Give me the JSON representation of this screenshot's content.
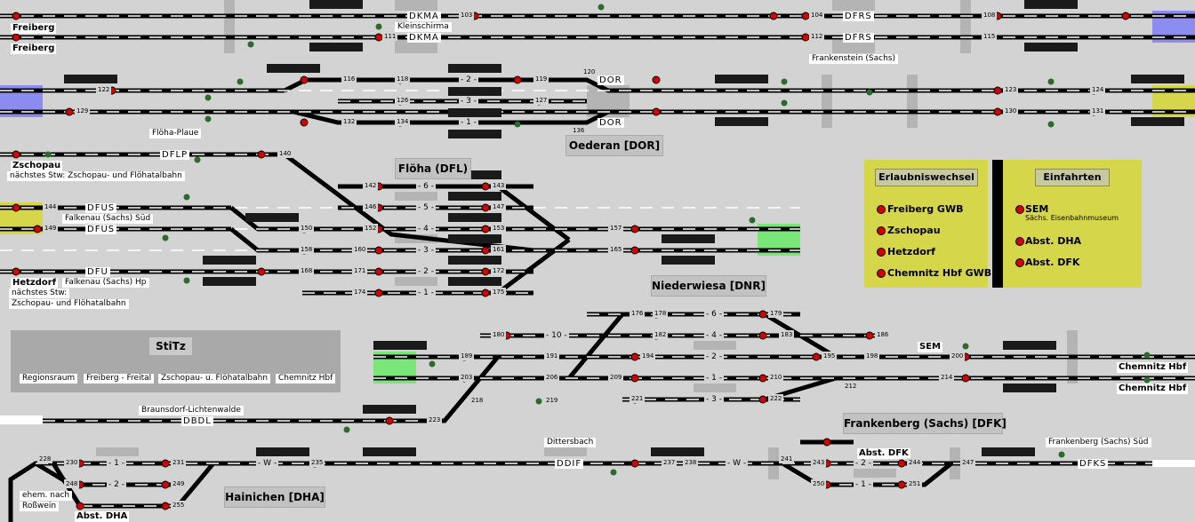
{
  "title_stations": {
    "freiberg_1": "Freiberg",
    "freiberg_2": "Freiberg",
    "zschopau": "Zschopau",
    "zschopau_next": "nächstes Stw: Zschopau- und Flöhatalbahn",
    "hetzdorf": "Hetzdorf",
    "hetzdorf_next1": "nächstes Stw:",
    "hetzdorf_next2": "Zschopau- und Flöhatalbahn",
    "abst_dha": "Abst. DHA",
    "abst_dfk": "Abst. DFK",
    "chemnitz_1": "Chemnitz Hbf",
    "chemnitz_2": "Chemnitz Hbf",
    "sem": "SEM"
  },
  "areas": {
    "oederan": "Oederan [DOR]",
    "floeha": "Flöha (DFL)",
    "niederwiesa": "Niederwiesa [DNR]",
    "frankenberg": "Frankenberg (Sachs) [DFK]",
    "hainichen": "Hainichen [DHA]"
  },
  "labels": {
    "kleinschirma": "Kleinschirma",
    "frankenstein": "Frankenstein (Sachs)",
    "floeha_plaue": "Flöha-Plaue",
    "falkenau_sued": "Falkenau (Sachs) Süd",
    "falkenau_hp": "Falkenau (Sachs) Hp",
    "braunsdorf": "Braunsdorf-Lichtenwalde",
    "dittersbach": "Dittersbach",
    "frankenberg_sued": "Frankenberg (Sachs) Süd",
    "ehem_nach": "ehem. nach",
    "rosswein": "Roßwein"
  },
  "track_names": {
    "dkma1": "DKMA",
    "dkma2": "DKMA",
    "dfrs1": "DFRS",
    "dfrs2": "DFRS",
    "dor1": "DOR",
    "dor2": "DOR",
    "dflp": "DFLP",
    "dfus1": "DFUS",
    "dfus2": "DFUS",
    "dfu": "DFU",
    "dbdl": "DBDL",
    "ddif": "DDIF",
    "dfks": "DFKS"
  },
  "track_numbers": {
    "oed_2": "- 2 -",
    "oed_3": "- 3 -",
    "oed_1": "- 1 -",
    "fl_6": "- 6 -",
    "fl_5": "- 5 -",
    "fl_4": "- 4 -",
    "fl_3": "- 3 -",
    "fl_2": "- 2 -",
    "fl_1": "- 1 -",
    "nw_6": "- 6 -",
    "nw_10": "- 10 -",
    "nw_4": "- 4 -",
    "nw_2": "- 2 -",
    "nw_1": "- 1 -",
    "nw_3": "- 3 -",
    "ha_1": "- 1 -",
    "ha_2": "- 2 -",
    "ha_w": "- W -",
    "fk_w": "- W -",
    "fk_2": "- 2 -",
    "fk_1": "- 1 -"
  },
  "sttz": {
    "title": "StiTz",
    "items": [
      "Regionsraum",
      "Freiberg - Freital",
      "Zschopau- u. Flöhatalbahn",
      "Chemnitz Hbf"
    ]
  },
  "erlaubnis": {
    "title": "Erlaubniswechsel",
    "items": [
      "Freiberg GWB",
      "Zschopau",
      "Hetzdorf",
      "Chemnitz Hbf GWB"
    ]
  },
  "einfahrten": {
    "title": "Einfahrten",
    "sem": "SEM",
    "sem_sub": "Sächs. Eisenbahnmuseum",
    "dha": "Abst. DHA",
    "dfk": "Abst. DFK"
  },
  "small_numbers": {
    "n103": "103",
    "n104": "104",
    "n108": "108",
    "n111": "111",
    "n112": "112",
    "n115": "115",
    "n116": "116",
    "n118": "118",
    "n119": "119",
    "n120": "120",
    "n122": "122",
    "n123": "123",
    "n124": "124",
    "n126": "126",
    "n127": "127",
    "n129": "129",
    "n130": "130",
    "n131": "131",
    "n132": "132",
    "n134": "134",
    "n136": "136",
    "n140": "140",
    "n142": "142",
    "n143": "143",
    "n144": "144",
    "n146": "146",
    "n147": "147",
    "n149": "149",
    "n150": "150",
    "n152": "152",
    "n153": "153",
    "n157": "157",
    "n158": "158",
    "n160": "160",
    "n161": "161",
    "n165": "165",
    "n168": "168",
    "n171": "171",
    "n172": "172",
    "n174": "174",
    "n175": "175",
    "n176": "176",
    "n178": "178",
    "n179": "179",
    "n180": "180",
    "n182": "182",
    "n183": "183",
    "n186": "186",
    "n189": "189",
    "n191": "191",
    "n194": "194",
    "n195": "195",
    "n198": "198",
    "n200": "200",
    "n203": "203",
    "n206": "206",
    "n209": "209",
    "n210": "210",
    "n212": "212",
    "n214": "214",
    "n218": "218",
    "n219": "219",
    "n221": "221",
    "n222": "222",
    "n223": "223",
    "n228": "228",
    "n230": "230",
    "n231": "231",
    "n235": "235",
    "n237": "237",
    "n238": "238",
    "n241": "241",
    "n243": "243",
    "n244": "244",
    "n247": "247",
    "n248": "248",
    "n249": "249",
    "n250": "250",
    "n251": "251",
    "n255": "255"
  },
  "colors": {
    "background": "#d3d3d3",
    "track": "#000000",
    "signal_red": "#d40000",
    "blue_block": "#8c8cf0",
    "yellow_block": "#d6d64a",
    "green_block": "#7ae67a"
  }
}
